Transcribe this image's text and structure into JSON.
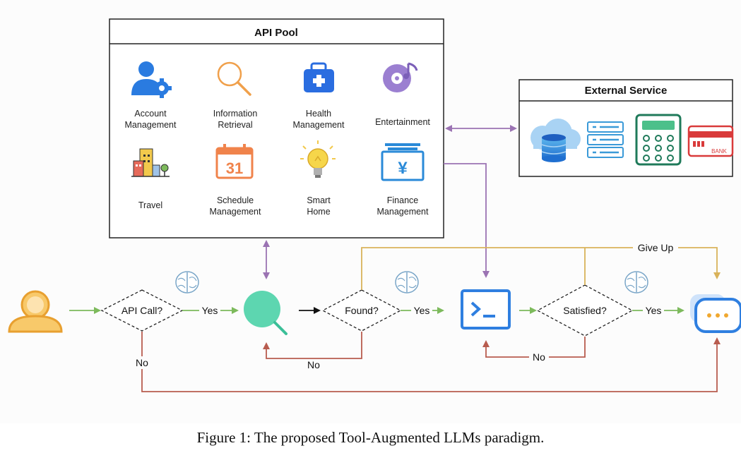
{
  "api_pool": {
    "title": "API Pool",
    "items": [
      {
        "line1": "Account",
        "line2": "Management",
        "icon": "account-gear-icon"
      },
      {
        "line1": "Information",
        "line2": "Retrieval",
        "icon": "magnifier-icon"
      },
      {
        "line1": "Health",
        "line2": "Management",
        "icon": "medical-kit-icon"
      },
      {
        "line1": "Entertainment",
        "line2": "",
        "icon": "music-disc-icon"
      },
      {
        "line1": "Travel",
        "line2": "",
        "icon": "buildings-icon"
      },
      {
        "line1": "Schedule",
        "line2": "Management",
        "icon": "calendar-icon"
      },
      {
        "line1": "Smart",
        "line2": "Home",
        "icon": "lightbulb-icon"
      },
      {
        "line1": "Finance",
        "line2": "Management",
        "icon": "yen-register-icon"
      }
    ]
  },
  "external_service": {
    "title": "External Service",
    "icons": [
      "cloud-database-icon",
      "server-icon",
      "calculator-icon",
      "bank-card-icon"
    ],
    "bank_label": "BANK"
  },
  "flow": {
    "api_call": "API Call?",
    "found": "Found?",
    "satisfied": "Satisfied?",
    "yes": "Yes",
    "no": "No",
    "give_up": "Give Up"
  },
  "caption": "Figure 1: The proposed Tool-Augmented LLMs paradigm.",
  "colors": {
    "green": "#7dba5c",
    "red": "#b85c4f",
    "yellow": "#d9b25a",
    "purple": "#9b73b3",
    "blue": "#2f7fe0"
  }
}
